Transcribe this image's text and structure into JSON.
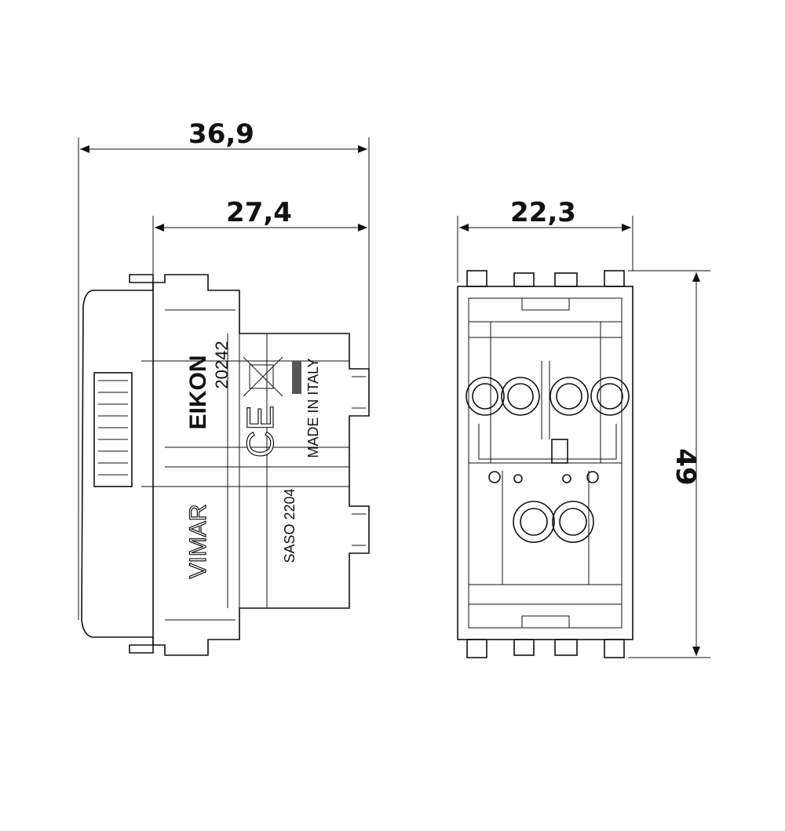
{
  "dimensions": {
    "overall_depth": "36,9",
    "body_depth": "27,4",
    "width": "22,3",
    "height": "49"
  },
  "markings": {
    "series": "EIKON",
    "code": "20242",
    "origin": "MADE IN ITALY",
    "brand": "VIMAR",
    "approval": "SASO 2204",
    "ce": "CE"
  }
}
